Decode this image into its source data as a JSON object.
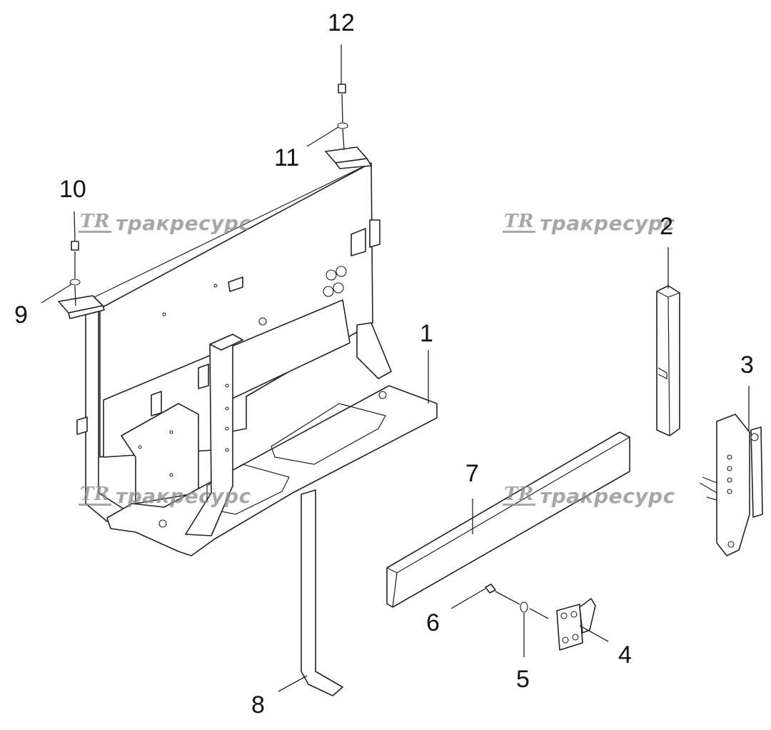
{
  "watermark": {
    "logo": "TR",
    "text": "тракресурс"
  },
  "callouts": [
    {
      "id": "1",
      "label": "1"
    },
    {
      "id": "2",
      "label": "2"
    },
    {
      "id": "3",
      "label": "3"
    },
    {
      "id": "4",
      "label": "4"
    },
    {
      "id": "5",
      "label": "5"
    },
    {
      "id": "6",
      "label": "6"
    },
    {
      "id": "7",
      "label": "7"
    },
    {
      "id": "8",
      "label": "8"
    },
    {
      "id": "9",
      "label": "9"
    },
    {
      "id": "10",
      "label": "10"
    },
    {
      "id": "11",
      "label": "11"
    },
    {
      "id": "12",
      "label": "12"
    }
  ]
}
